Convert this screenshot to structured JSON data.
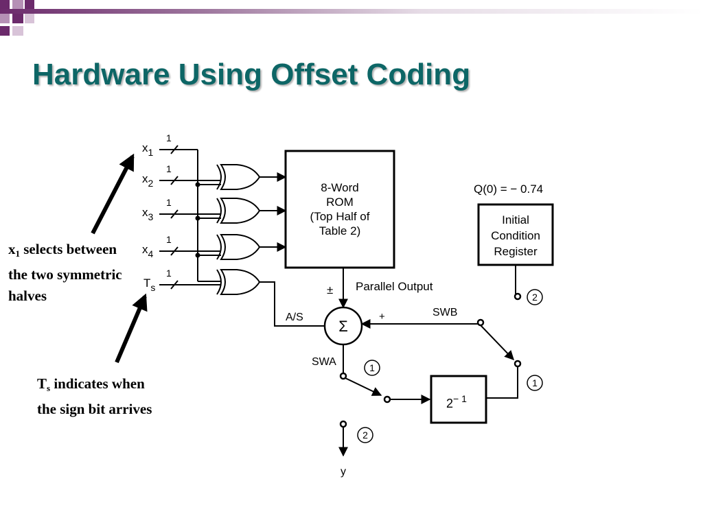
{
  "slide": {
    "title": "Hardware Using Offset Coding"
  },
  "annotations": {
    "x1_note": {
      "symbol": "x",
      "subscript": "1",
      "text": "selects between the two symmetric halves"
    },
    "ts_note": {
      "symbol": "T",
      "subscript": "s",
      "text": "indicates when the sign bit arrives"
    }
  },
  "diagram": {
    "inputs": [
      {
        "name": "x",
        "sub": "1",
        "width": "1"
      },
      {
        "name": "x",
        "sub": "2",
        "width": "1"
      },
      {
        "name": "x",
        "sub": "3",
        "width": "1"
      },
      {
        "name": "x",
        "sub": "4",
        "width": "1"
      },
      {
        "name": "T",
        "sub": "s",
        "width": "1"
      }
    ],
    "rom_lines": [
      "8-Word",
      "ROM",
      "(Top Half of",
      "Table 2)"
    ],
    "register_lines": [
      "Initial",
      "Condition",
      "Register"
    ],
    "q0_label": "Q(0)  =  − 0.74",
    "parallel_output": "Parallel Output",
    "pm_sign": "±",
    "plus_sign": "+",
    "sigma": "Σ",
    "as_label": "A/S",
    "swa_label": "SWA",
    "swb_label": "SWB",
    "shift_label": {
      "base": "2",
      "exp": "− 1"
    },
    "phase1": "1",
    "phase2": "2",
    "output_label": "y"
  }
}
